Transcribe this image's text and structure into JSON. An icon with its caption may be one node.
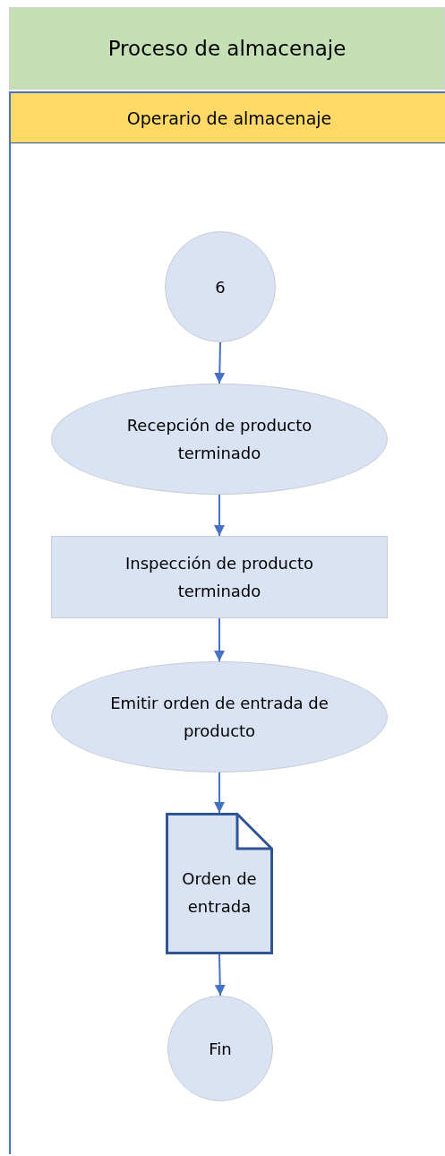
{
  "diagram": {
    "title": "Proceso de almacenaje",
    "nodes": [
      {
        "text": [
          "Operario de almacenaje"
        ]
      },
      {
        "text": [
          "6"
        ],
        "in": 0
      },
      {
        "text": [
          "Recepción de producto terminado"
        ],
        "in": 0
      },
      {
        "text": [
          "Inspección de producto terminado"
        ],
        "in": 0
      },
      {
        "text": [
          "Emitir orden de entrada de producto"
        ],
        "in": 0
      },
      {
        "text": [
          "Orden de entrada"
        ],
        "in": 0
      },
      {
        "text": [
          "Fin"
        ],
        "in": 0
      }
    ],
    "edges": [
      {
        "from": 1,
        "to": 2,
        "arrow": "to"
      },
      {
        "from": 2,
        "to": 3,
        "arrow": "to"
      },
      {
        "from": 3,
        "to": 4,
        "arrow": "to"
      },
      {
        "from": 4,
        "to": 5,
        "arrow": "to"
      },
      {
        "from": 5,
        "to": 6,
        "arrow": "to"
      }
    ]
  }
}
